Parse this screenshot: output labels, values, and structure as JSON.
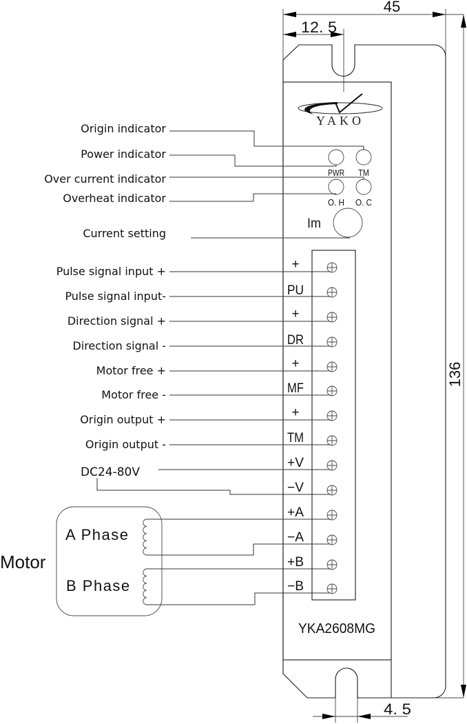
{
  "dimensions": {
    "width_label": "45",
    "slot_offset_label": "12. 5",
    "height_label": "136",
    "slot_width_label": "4. 5"
  },
  "logo": {
    "brand": "YAKO"
  },
  "panel": {
    "indicators": {
      "pwr": "PWR",
      "tm": "TM",
      "oh": "O. H",
      "oc": "O. C"
    },
    "current_knob": "Im",
    "model": "YKA2608MG"
  },
  "callouts": {
    "origin_indicator": "Origin indicator",
    "power_indicator": "Power indicator",
    "over_current_indicator": "Over current indicator",
    "overheat_indicator": "Overheat indicator",
    "current_setting": "Current setting"
  },
  "terminals": [
    {
      "pin": "+",
      "signal": "Pulse signal input +"
    },
    {
      "pin": "PU",
      "signal": "Pulse signal input-"
    },
    {
      "pin": "+",
      "signal": "Direction signal +"
    },
    {
      "pin": "DR",
      "signal": "Direction signal -"
    },
    {
      "pin": "+",
      "signal": "Motor free +"
    },
    {
      "pin": "MF",
      "signal": "Motor free -"
    },
    {
      "pin": "+",
      "signal": "Origin output +"
    },
    {
      "pin": "TM",
      "signal": "Origin output -"
    },
    {
      "pin": "+V"
    },
    {
      "pin": "−V"
    },
    {
      "pin": "+A"
    },
    {
      "pin": "−A"
    },
    {
      "pin": "+B"
    },
    {
      "pin": "−B"
    }
  ],
  "power_supply": {
    "label": "DC24-80V"
  },
  "motor": {
    "label": "Motor",
    "phase_a": "A Phase",
    "phase_b": "B Phase"
  }
}
